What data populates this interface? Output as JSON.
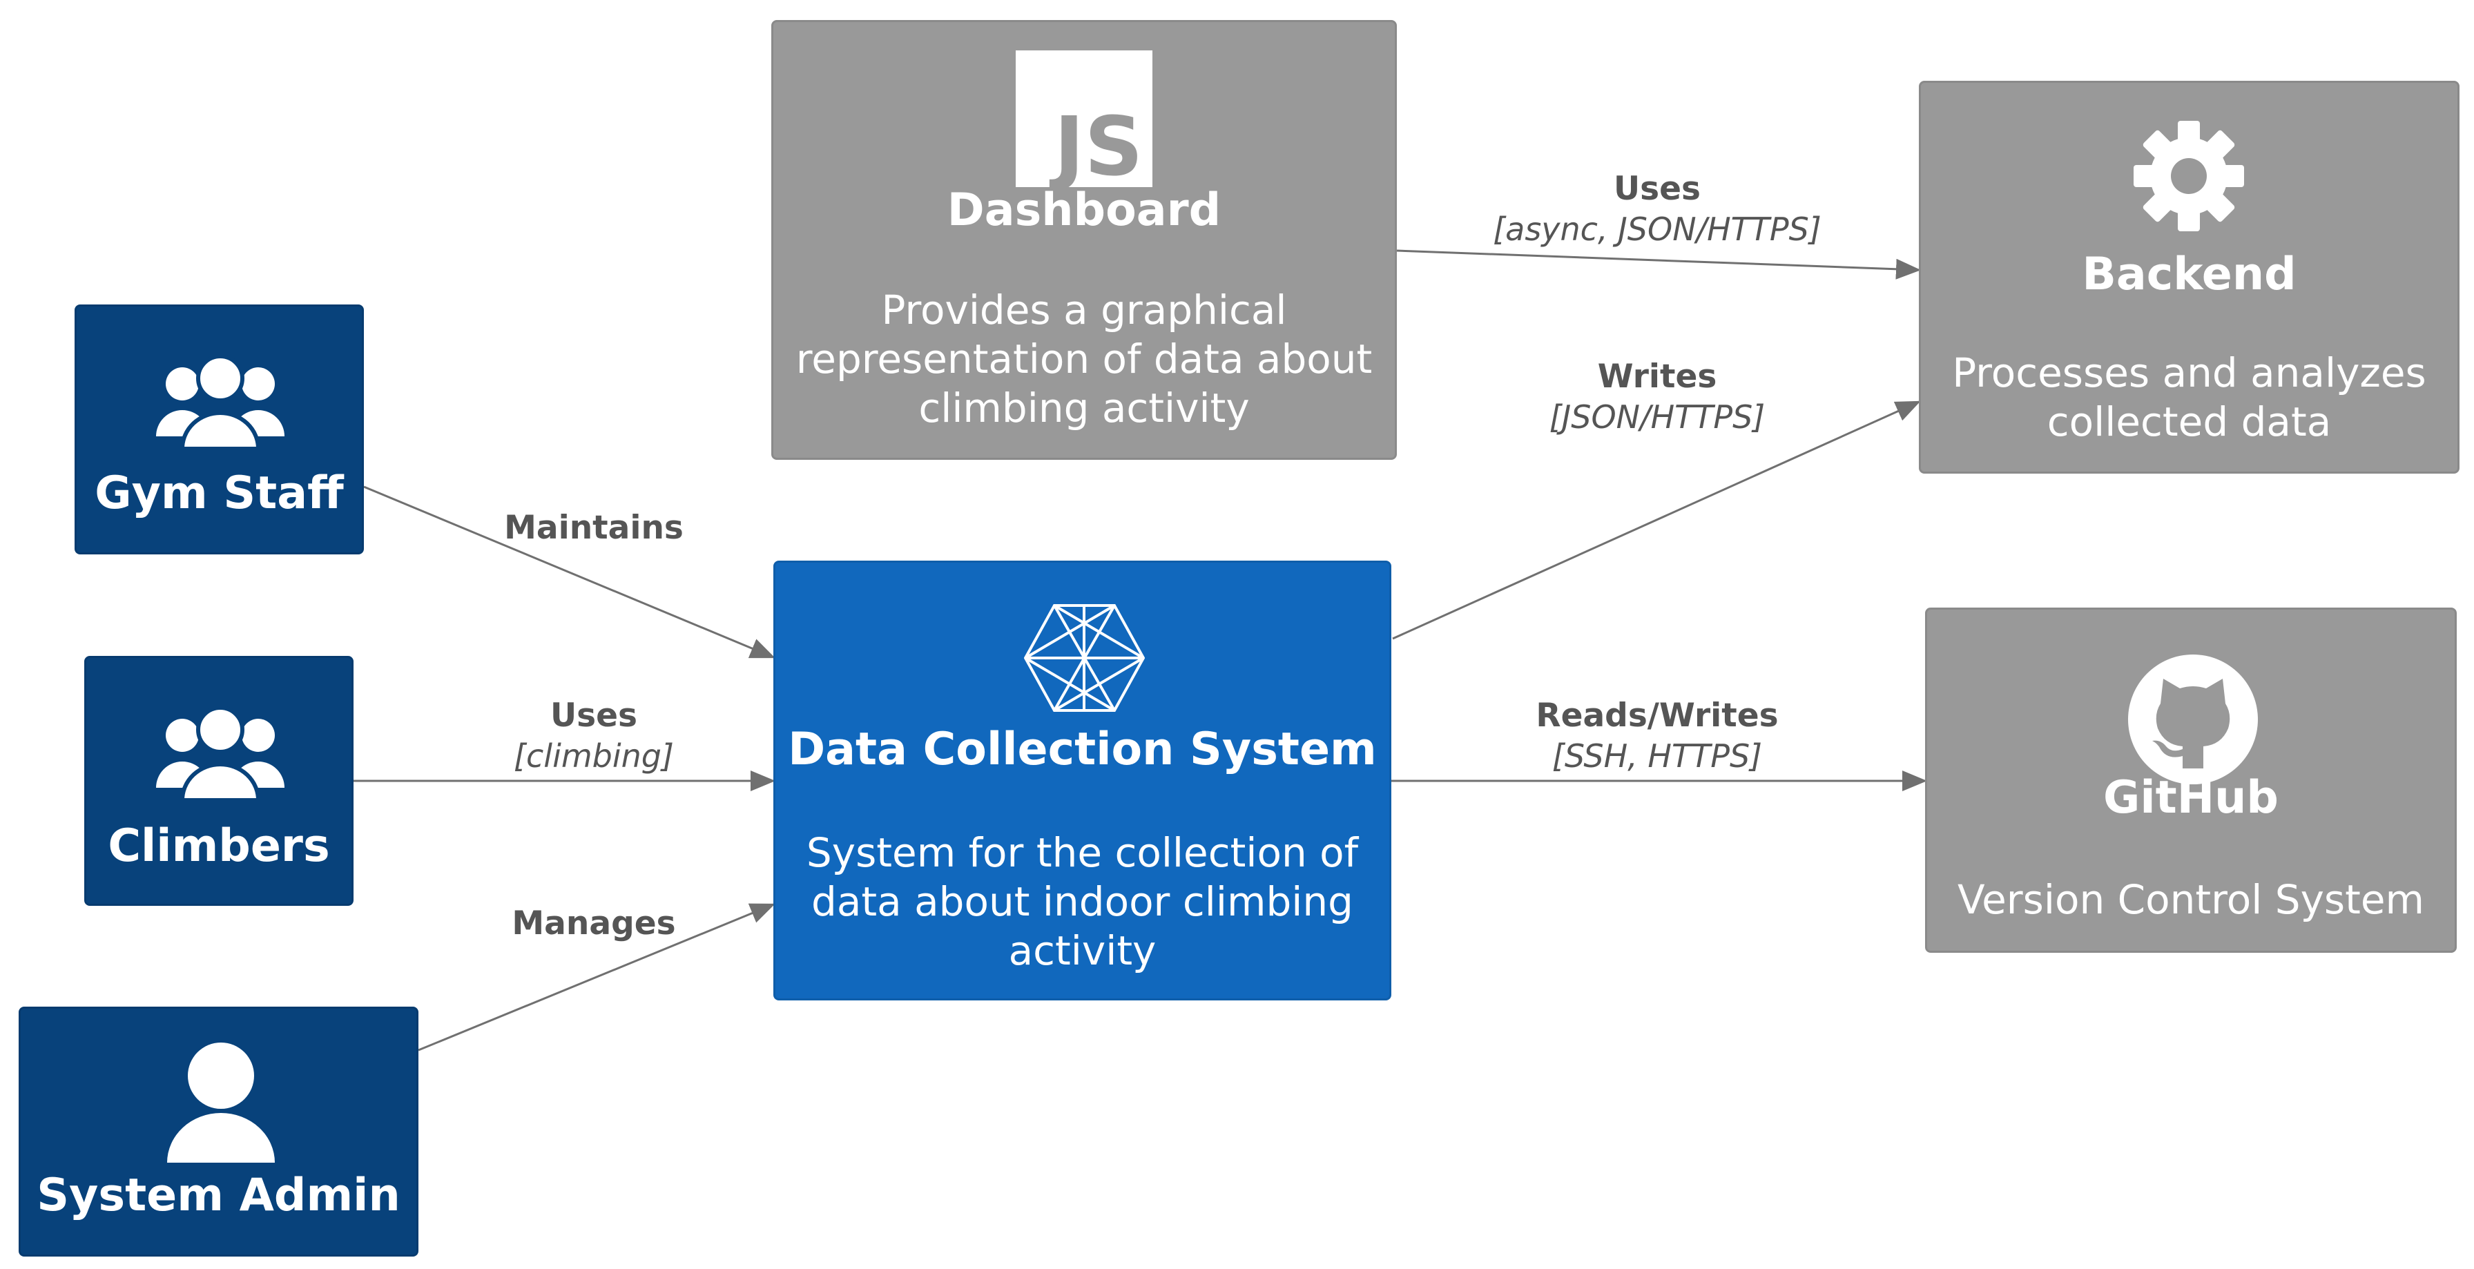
{
  "nodes": {
    "gym_staff": {
      "title": "Gym Staff",
      "icon": "people-icon"
    },
    "climbers": {
      "title": "Climbers",
      "icon": "people-icon"
    },
    "system_admin": {
      "title": "System Admin",
      "icon": "person-icon"
    },
    "dashboard": {
      "title": "Dashboard",
      "description": "Provides a graphical representation of data about climbing activity",
      "icon": "javascript-icon"
    },
    "data_collection": {
      "title": "Data Collection System",
      "description": "System for the collection of data about indoor climbing activity",
      "icon": "hexagon-mesh-icon"
    },
    "backend": {
      "title": "Backend",
      "description": "Processes and analyzes collected data",
      "icon": "gear-icon"
    },
    "github": {
      "title": "GitHub",
      "description": "Version Control System",
      "icon": "github-icon"
    }
  },
  "edges": {
    "maintains": {
      "label": "Maintains"
    },
    "uses_climbing": {
      "label": "Uses",
      "technology": "[climbing]"
    },
    "manages": {
      "label": "Manages"
    },
    "uses_backend": {
      "label": "Uses",
      "technology": "[async, JSON/HTTPS]"
    },
    "writes": {
      "label": "Writes",
      "technology": "[JSON/HTTPS]"
    },
    "reads_writes": {
      "label": "Reads/Writes",
      "technology": "[SSH, HTTPS]"
    }
  },
  "colors": {
    "person": "#08427b",
    "software_system": "#1168bd",
    "external_system": "#999999",
    "edge": "#707070",
    "edge_text": "#555555"
  }
}
